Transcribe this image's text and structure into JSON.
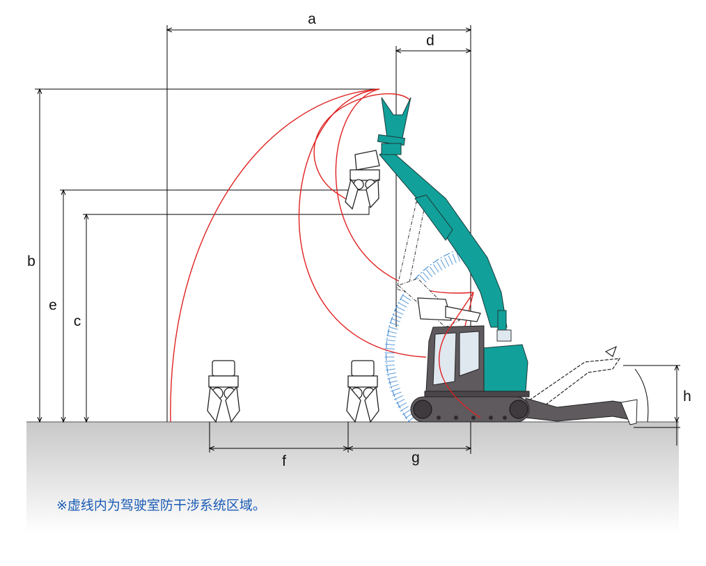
{
  "dimensions": {
    "a": "a",
    "b": "b",
    "c": "c",
    "d": "d",
    "e": "e",
    "f": "f",
    "g": "g",
    "h": "h"
  },
  "note": "※虚线内为驾驶室防干涉系统区域。",
  "colors": {
    "machine_body": "#12a09a",
    "cab": "#5e5a5e",
    "working_range_arc": "#e02020",
    "cab_protection_zone": "#2f7fd0",
    "note_text": "#1a5bb5",
    "ground": "#c8c8c8"
  }
}
